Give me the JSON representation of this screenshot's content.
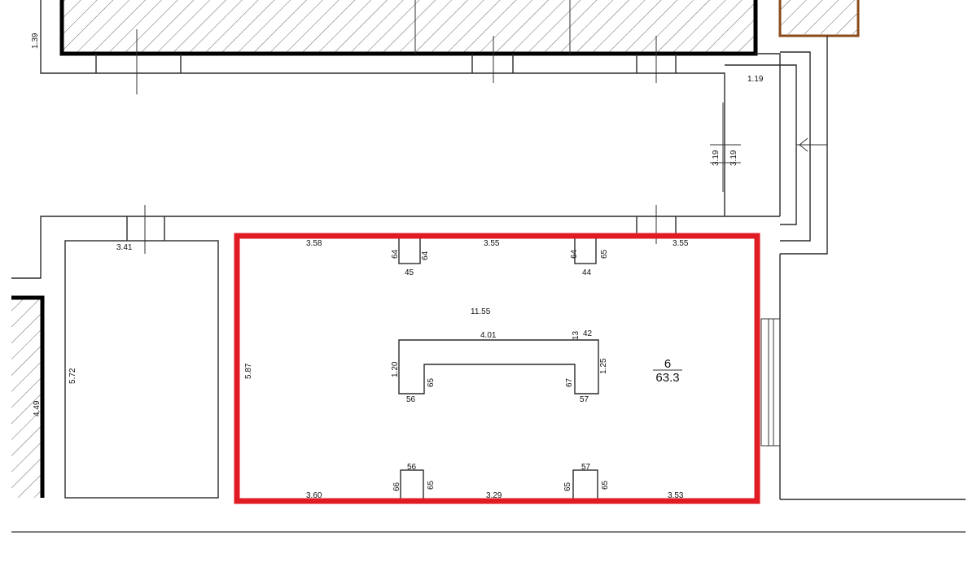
{
  "plan": {
    "highlight_color": "#e01b24",
    "accent_color": "#8b4a1a",
    "room": {
      "number": "6",
      "area": "63.3"
    },
    "dims": {
      "top_left_v": "1.39",
      "right_corridor": "1.19",
      "corridor_v1": "3.19",
      "corridor_v2": "3.19",
      "left_room_w": "3.41",
      "left_room_h": "5.72",
      "far_left_h": "4.49",
      "top_seg1": "3.58",
      "top_seg2": "3.55",
      "top_seg3": "3.55",
      "room_h": "5.87",
      "pier_tl_l": "64",
      "pier_tl_r": "64",
      "pier_tl_w": "45",
      "pier_tr_l": "64",
      "pier_tr_r": "65",
      "pier_tr_w": "44",
      "room_w": "11.55",
      "u_top": "4.01",
      "u_left_h": "1.20",
      "u_right_top": "42",
      "u_right_small": "13",
      "u_right_h": "1.25",
      "u_inner_l": "65",
      "u_inner_r": "67",
      "u_bot_l": "56",
      "u_bot_r": "57",
      "pier_bl_w": "56",
      "pier_bl_l": "66",
      "pier_bl_r": "65",
      "pier_br_w": "57",
      "pier_br_l": "65",
      "pier_br_r": "65",
      "bot_seg1": "3.60",
      "bot_seg2": "3.29",
      "bot_seg3": "3.53"
    }
  }
}
